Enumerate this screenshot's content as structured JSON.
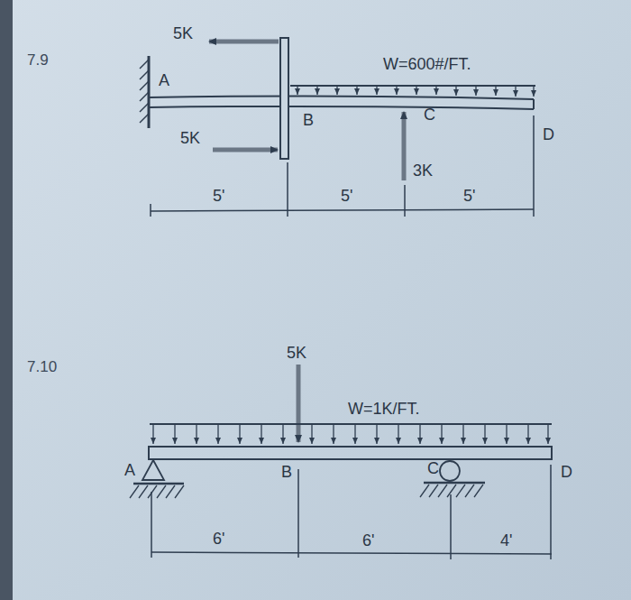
{
  "diagram": {
    "labels": [
      "7.9",
      "5K",
      "A",
      "W=600#/FT.",
      "5K",
      "B",
      "C",
      "3K",
      "D",
      "5'",
      "5'",
      "5'",
      "7.10",
      "5K",
      "W=1K/FT.",
      "A",
      "B",
      "C",
      "D",
      "6'",
      "6'",
      "4'"
    ]
  }
}
